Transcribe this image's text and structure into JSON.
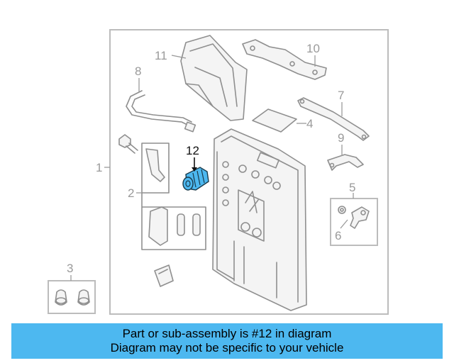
{
  "callouts": {
    "c1": "1",
    "c2": "2",
    "c3": "3",
    "c4": "4",
    "c5": "5",
    "c6": "6",
    "c7": "7",
    "c8": "8",
    "c9": "9",
    "c10": "10",
    "c11": "11",
    "c12": "12"
  },
  "highlight_color": "#4db8f0",
  "banner": {
    "line1": "Part or sub-assembly is #12 in diagram",
    "line2": "Diagram may not be specific to your vehicle"
  }
}
